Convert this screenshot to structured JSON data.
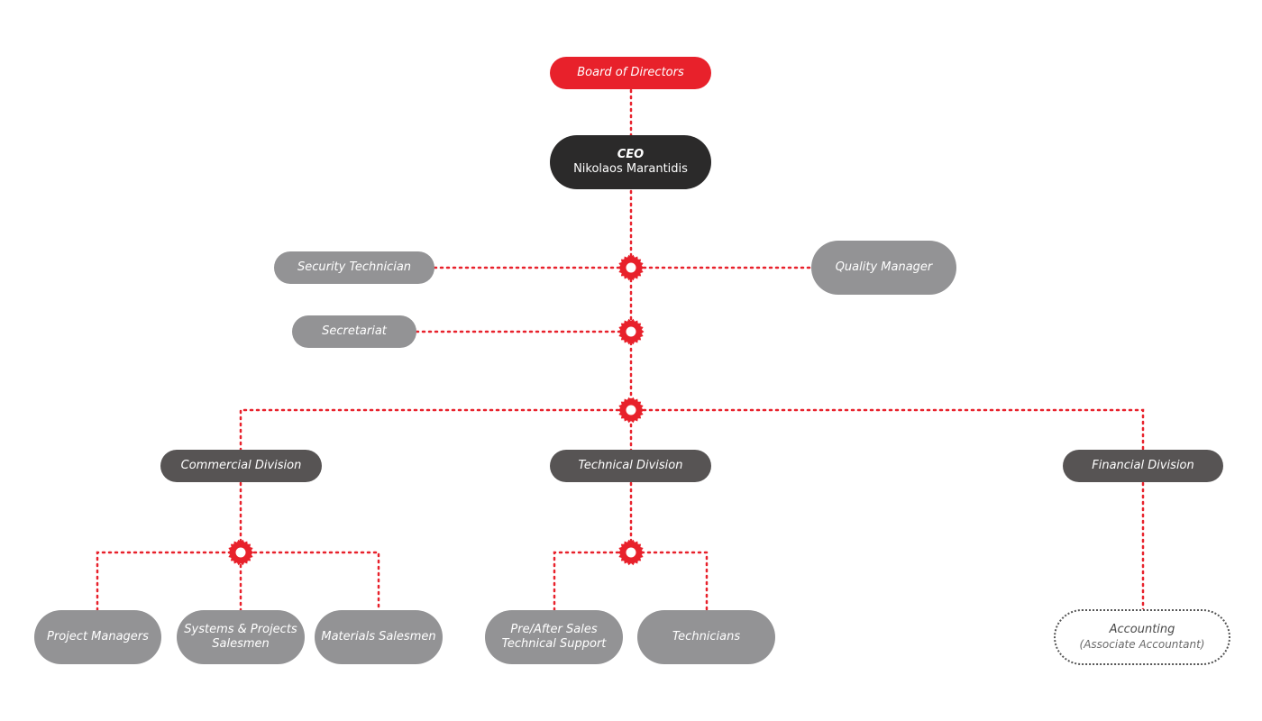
{
  "colors": {
    "accent": "#e8212b",
    "ceo": "#2b2a2a",
    "division": "#575454",
    "role": "#939395",
    "dotted_border": "#555555"
  },
  "board": {
    "label": "Board of Directors"
  },
  "ceo": {
    "title": "CEO",
    "name": "Nikolaos Marantidis"
  },
  "staff": {
    "security_technician": "Security Technician",
    "quality_manager": "Quality Manager",
    "secretariat": "Secretariat"
  },
  "divisions": {
    "commercial": "Commercial Division",
    "technical": "Technical Division",
    "financial": "Financial Division"
  },
  "commercial_roles": {
    "project_managers": "Project Managers",
    "systems_projects_salesmen": {
      "line1": "Systems & Projects",
      "line2": "Salesmen"
    },
    "materials_salesmen": "Materials Salesmen"
  },
  "technical_roles": {
    "pre_after_sales": {
      "line1": "Pre/After Sales",
      "line2": "Technical Support"
    },
    "technicians": "Technicians"
  },
  "financial_roles": {
    "accounting": {
      "title": "Accounting",
      "subtitle": "(Associate Accountant)"
    }
  }
}
